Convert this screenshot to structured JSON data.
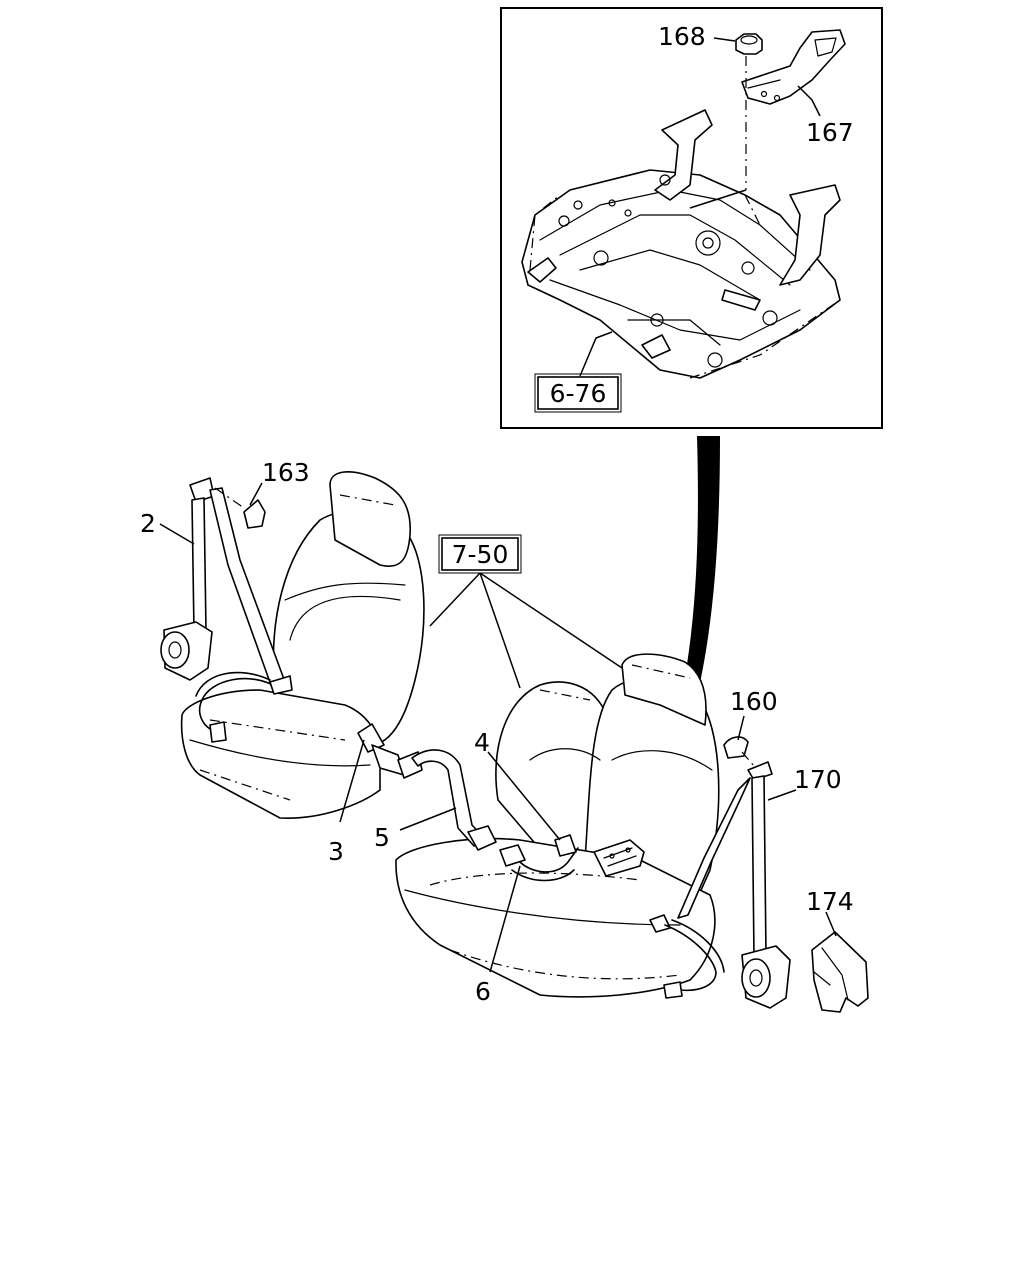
{
  "diagram": {
    "inset_ref": "6-76",
    "seat_ref": "7-50",
    "callouts": {
      "c168": "168",
      "c167": "167",
      "c163": "163",
      "c2": "2",
      "c3": "3",
      "c4": "4",
      "c5": "5",
      "c6": "6",
      "c160": "160",
      "c170": "170",
      "c174": "174"
    }
  }
}
